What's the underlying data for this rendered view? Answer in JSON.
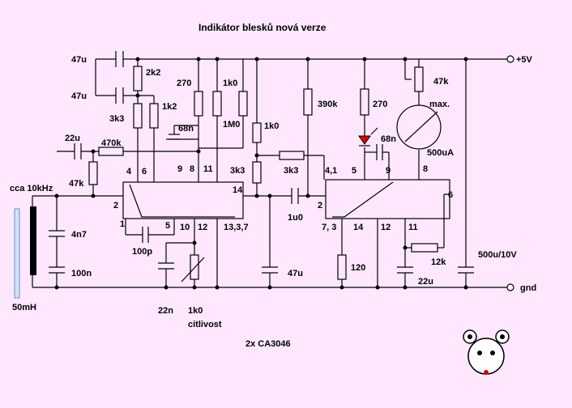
{
  "title": "Indikátor blesků nová verze",
  "rails": {
    "vplus": "+5V",
    "gnd": "gnd"
  },
  "components": {
    "c47u_a": "47u",
    "c47u_b": "47u",
    "r2k2": "2k2",
    "r3k3_a": "3k3",
    "r1k2": "1k2",
    "r270_a": "270",
    "r1k0_a": "1k0",
    "r1M0": "1M0",
    "c68n_a": "68n",
    "r1k0_b": "1k0",
    "r390k": "390k",
    "r270_b": "270",
    "c68n_b": "68n",
    "p47k": "47k",
    "max": "max.",
    "meter": "500uA",
    "c22u_a": "22u",
    "r470k": "470k",
    "r47k": "47k",
    "r3k3_b": "3k3",
    "r3k3_c": "3k3",
    "c1u0": "1u0",
    "cca": "cca 10kHz",
    "c4n7": "4n7",
    "c100n": "100n",
    "l50mH": "50mH",
    "c100p": "100p",
    "c22n": "22n",
    "p1k0": "1k0",
    "citlivost": "citlivost",
    "c47u_c": "47u",
    "r120": "120",
    "c22u_b": "22u",
    "r12k": "12k",
    "c500u": "500u/10V"
  },
  "ic1_pins": {
    "p4": "4",
    "p6": "6",
    "p9": "9",
    "p8": "8",
    "p11": "11",
    "p14": "14",
    "p2": "2",
    "p1": "1",
    "p5": "5",
    "p10": "10",
    "p12": "12",
    "p1337": "13,3,7"
  },
  "ic2_pins": {
    "p41": "4,1",
    "p5": "5",
    "p9": "9",
    "p8": "8",
    "p2": "2",
    "p73": "7, 3",
    "p14": "14",
    "p12": "12",
    "p11": "11",
    "p6": "6"
  },
  "footer": "2x CA3046"
}
